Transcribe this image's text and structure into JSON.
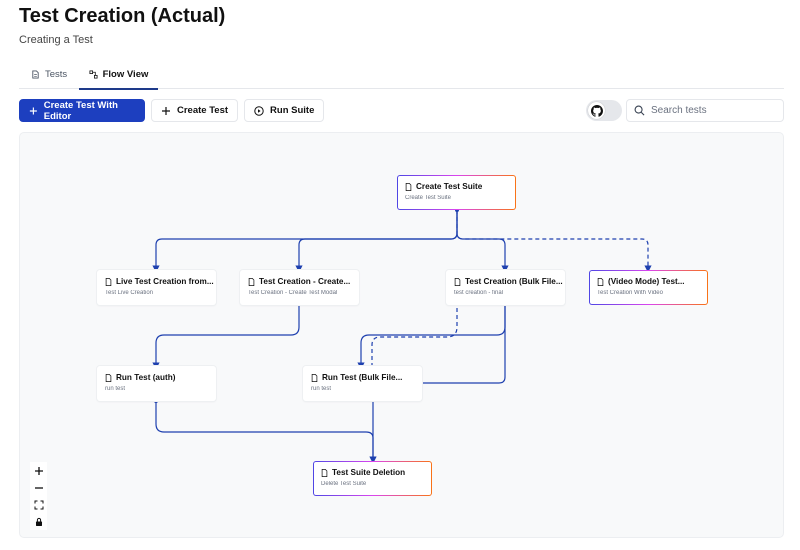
{
  "header": {
    "title": "Test Creation (Actual)",
    "subtitle": "Creating a Test"
  },
  "tabs": [
    {
      "label": "Tests",
      "icon": "file-icon",
      "active": false
    },
    {
      "label": "Flow View",
      "icon": "workflow-icon",
      "active": true
    }
  ],
  "toolbar": {
    "create_with_editor_label": "Create Test With Editor",
    "create_test_label": "Create Test",
    "run_suite_label": "Run Suite"
  },
  "toggle": {
    "icon": "github-icon",
    "on": false
  },
  "search": {
    "placeholder": "Search tests",
    "value": ""
  },
  "flow": {
    "nodes": [
      {
        "id": "suite",
        "title": "Create Test Suite",
        "subtitle": "Create Test Suite"
      },
      {
        "id": "live",
        "title": "Live Test Creation from...",
        "subtitle": "Test Live Creation"
      },
      {
        "id": "modal",
        "title": "Test Creation - Create...",
        "subtitle": "Test Creation - Create Test Modal"
      },
      {
        "id": "bulk",
        "title": "Test Creation (Bulk File...",
        "subtitle": "test creation - final"
      },
      {
        "id": "video",
        "title": "(Video Mode) Test...",
        "subtitle": "Test Creation With Video"
      },
      {
        "id": "runauth",
        "title": "Run Test (auth)",
        "subtitle": "run test"
      },
      {
        "id": "runbulk",
        "title": "Run Test (Bulk File...",
        "subtitle": "run test"
      },
      {
        "id": "delete",
        "title": "Test Suite Deletion",
        "subtitle": "Delete Test Suite"
      }
    ],
    "edge_color": "#1e40af"
  },
  "colors": {
    "primary": "#1d3fbf",
    "edge": "#1e40af",
    "gradient_start": "#4f46e5",
    "gradient_end": "#f97316"
  }
}
